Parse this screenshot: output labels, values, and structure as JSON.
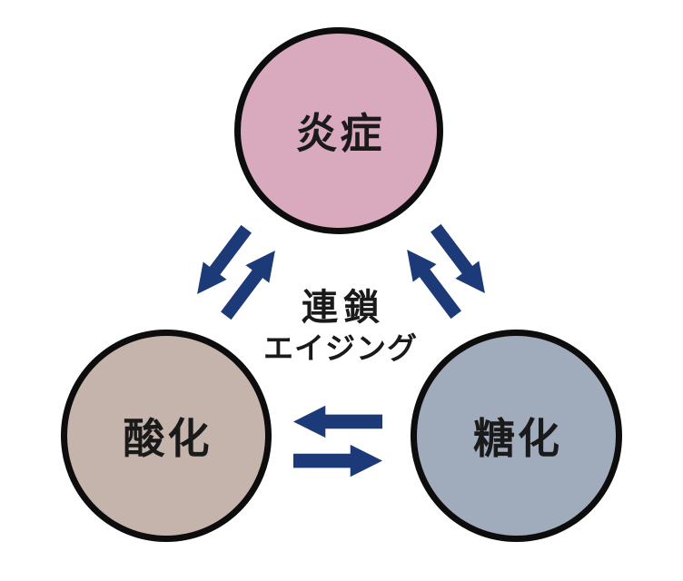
{
  "diagram": {
    "center_label": {
      "line1": "連鎖",
      "line2": "エイジング"
    },
    "nodes": [
      {
        "id": "inflammation",
        "label": "炎症",
        "color": "#d9a9bd",
        "position": "top"
      },
      {
        "id": "oxidation",
        "label": "酸化",
        "color": "#c4b4ab",
        "position": "bottom-left"
      },
      {
        "id": "glycation",
        "label": "糖化",
        "color": "#a0abbc",
        "position": "bottom-right"
      }
    ],
    "edges": [
      {
        "from": "炎症",
        "to": "酸化",
        "bidirectional": true
      },
      {
        "from": "炎症",
        "to": "糖化",
        "bidirectional": true
      },
      {
        "from": "酸化",
        "to": "糖化",
        "bidirectional": true
      }
    ],
    "colors": {
      "arrow": "#1c3a78",
      "outline": "#0d0d0d",
      "text": "#1a1a1a",
      "background": "#ffffff"
    }
  }
}
